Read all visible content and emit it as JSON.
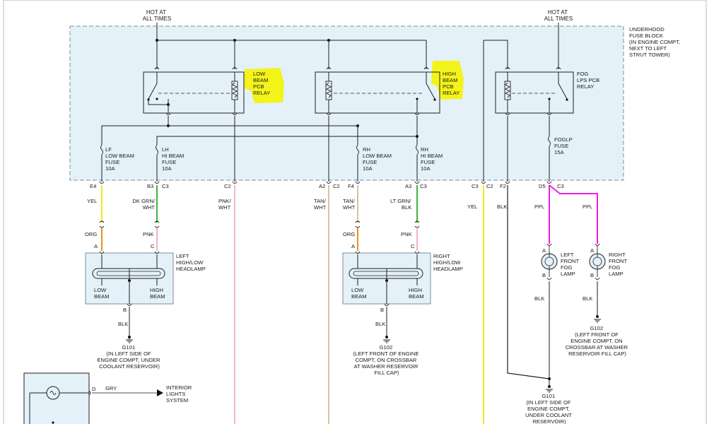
{
  "hot_at_all_times_left": [
    "HOT AT",
    "ALL TIMES"
  ],
  "hot_at_all_times_right": [
    "HOT AT",
    "ALL TIMES"
  ],
  "fuse_block_label": [
    "UNDERHOOD",
    "FUSE BLOCK",
    "(IN ENGINE COMPT,",
    "NEXT TO LEFT",
    "STRUT TOWER)"
  ],
  "relays": {
    "low_beam": [
      "LOW",
      "BEAM",
      "PCB",
      "RELAY"
    ],
    "high_beam": [
      "HIGH",
      "BEAM",
      "PCB",
      "RELAY"
    ],
    "fog": [
      "FOG",
      "LPS PCB",
      "RELAY"
    ]
  },
  "fuses": {
    "lf_low": [
      "LF",
      "LOW BEAM",
      "FUSE",
      "10A"
    ],
    "lh_hi": [
      "LH",
      "HI BEAM",
      "FUSE",
      "10A"
    ],
    "rh_low": [
      "RH",
      "LOW BEAM",
      "FUSE",
      "10A"
    ],
    "rh_hi": [
      "RH",
      "HI BEAM",
      "FUSE",
      "10A"
    ],
    "foglp": [
      "FOGLP",
      "FUSE",
      "15A"
    ]
  },
  "connectors": {
    "e4": "E4",
    "b3": "B3",
    "c3a": "C3",
    "c2a": "C2",
    "a2": "A2",
    "c2b": "C2",
    "f4": "F4",
    "a3": "A3",
    "c3b": "C3",
    "c3c": "C3",
    "c2c": "C2",
    "f2": "F2",
    "d5": "D5",
    "c3d": "C3"
  },
  "wire_colors": {
    "yel1": "YEL",
    "dkgrn": [
      "DK GRN/",
      "WHT"
    ],
    "pnkwht": [
      "PNK/",
      "WHT"
    ],
    "tanwht1": [
      "TAN/",
      "WHT"
    ],
    "tanwht2": [
      "TAN/",
      "WHT"
    ],
    "ltgrn": [
      "LT GRN/",
      "BLK"
    ],
    "yel2": "YEL",
    "blk1": "BLK",
    "ppl1": "PPL",
    "ppl2": "PPL",
    "org1": "ORG",
    "pnk1": "PNK",
    "org2": "ORG",
    "pnk2": "PNK",
    "blk_l": "BLK",
    "blk_r": "BLK",
    "blk_fog_l": "BLK",
    "blk_fog_r": "BLK",
    "gry": "GRY"
  },
  "pins": {
    "la": "A",
    "lc": "C",
    "lb": "B",
    "ra": "A",
    "rc": "C",
    "rb": "B",
    "fla": "A",
    "flb": "B",
    "fra": "A",
    "frb": "B",
    "d": "D"
  },
  "headlamps": {
    "left": [
      "LEFT",
      "HIGH/LOW",
      "HEADLAMP"
    ],
    "right": [
      "RIGHT",
      "HIGH/LOW",
      "HEADLAMP"
    ],
    "low_beam": [
      "LOW",
      "BEAM"
    ],
    "high_beam": [
      "HIGH",
      "BEAM"
    ]
  },
  "fog_lamps": {
    "left": [
      "LEFT",
      "FRONT",
      "FOG",
      "LAMP"
    ],
    "right": [
      "RIGHT",
      "FRONT",
      "FOG",
      "LAMP"
    ]
  },
  "grounds": {
    "g101_left": [
      "G101",
      "(IN LEFT SIDE OF",
      "ENGINE COMPT, UNDER",
      "COOLANT RESERVOIR)"
    ],
    "g102_mid": [
      "G102",
      "(LEFT FRONT OF ENGINE",
      "COMPT, ON CROSSBAR",
      "AT WASHER RESERVOIR",
      "FILL CAP)"
    ],
    "g102_right": [
      "G102",
      "(LEFT FRONT OF",
      "ENGINE COMPT, ON",
      "CROSSBAR AT WASHER",
      "RESERVOIR FILL CAP)"
    ],
    "g101_bottom": [
      "G101",
      "(IN LEFT SIDE OF",
      "ENGINE COMPT,",
      "UNDER COOLANT",
      "RESERVOIR)"
    ]
  },
  "interior_lights": [
    "INTERIOR",
    "LIGHTS",
    "SYSTEM"
  ],
  "colors": {
    "box_fill": "#e4f1f9",
    "box_border": "#7d8e99",
    "highlight": "#f4f31a",
    "yellow_wire": "#f2ea1c",
    "green_wire": "#3fb63f",
    "pink_wire": "#f2a7c4",
    "tan_wire": "#c9b58a",
    "orange_wire": "#f08c1e",
    "magenta_wire": "#ee1fe2",
    "gray_wire": "#8c8c8c"
  }
}
